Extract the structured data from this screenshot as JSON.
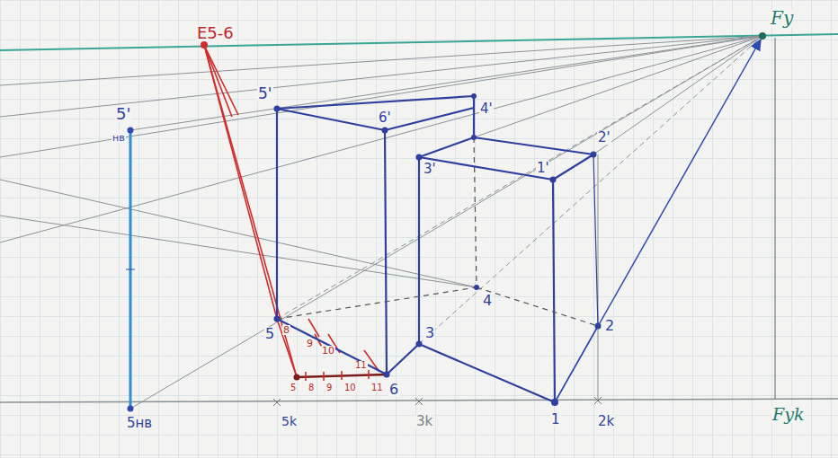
{
  "diagram": {
    "labels": [
      "E5-6",
      "5'",
      "6'",
      "4'",
      "3'",
      "1'",
      "2'",
      "Fy",
      "5'",
      "нв",
      "5нв",
      "5k",
      "3k",
      "1",
      "2k",
      "Fyk",
      "5",
      "6",
      "3",
      "2",
      "4",
      "8",
      "9",
      "10",
      "11",
      "5",
      "8",
      "9",
      "10",
      "11"
    ]
  }
}
